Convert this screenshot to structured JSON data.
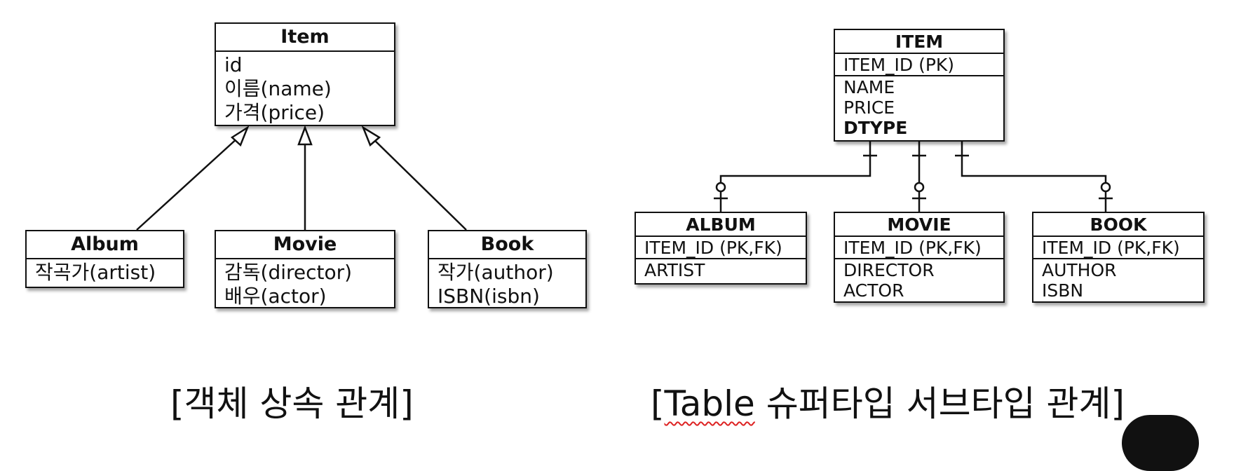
{
  "object_model": {
    "caption": "[객체 상속 관계]",
    "parent": {
      "title": "Item",
      "fields": [
        "id",
        "이름(name)",
        "가격(price)"
      ]
    },
    "children": [
      {
        "title": "Album",
        "fields": [
          "작곡가(artist)"
        ]
      },
      {
        "title": "Movie",
        "fields": [
          "감독(director)",
          "배우(actor)"
        ]
      },
      {
        "title": "Book",
        "fields": [
          "작가(author)",
          "ISBN(isbn)"
        ]
      }
    ]
  },
  "table_model": {
    "caption_word": "Table",
    "caption_rest": " 슈퍼타입 서브타입 관계]",
    "caption_open": "[",
    "parent": {
      "title": "ITEM",
      "key": "ITEM_ID (PK)",
      "columns": [
        "NAME",
        "PRICE",
        "DTYPE"
      ]
    },
    "children": [
      {
        "title": "ALBUM",
        "key": "ITEM_ID (PK,FK)",
        "columns": [
          "ARTIST"
        ]
      },
      {
        "title": "MOVIE",
        "key": "ITEM_ID (PK,FK)",
        "columns": [
          "DIRECTOR",
          "ACTOR"
        ]
      },
      {
        "title": "BOOK",
        "key": "ITEM_ID (PK,FK)",
        "columns": [
          "AUTHOR",
          "ISBN"
        ]
      }
    ]
  }
}
